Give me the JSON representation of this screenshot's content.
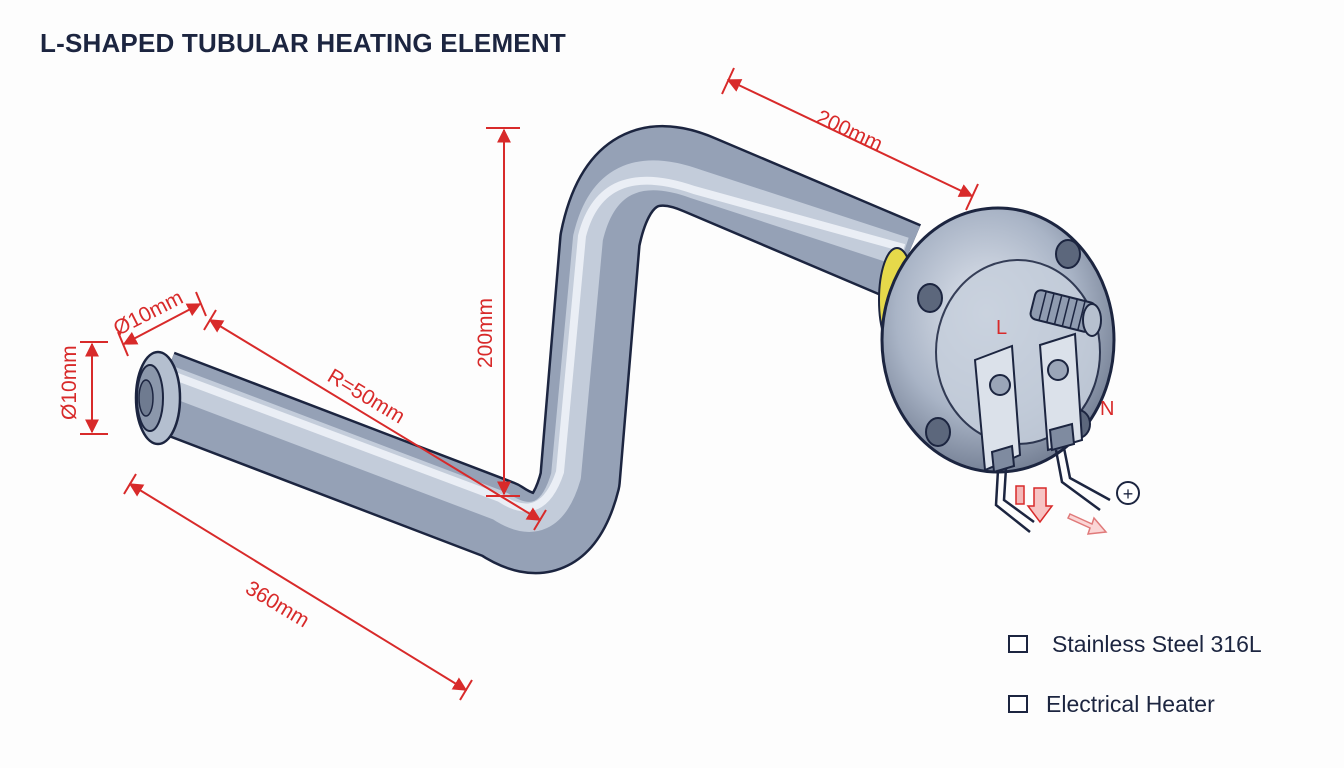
{
  "title": "L-SHAPED TUBULAR HEATING ELEMENT",
  "dimensions": {
    "flange_length": "200mm",
    "vertical_height": "200mm",
    "tube_diameter_top": "Ø10mm",
    "tube_diameter_side": "Ø10mm",
    "bend_radius": "R=50mm",
    "bottom_length": "360mm"
  },
  "terminals": {
    "live": "L",
    "neutral": "N",
    "positive": "+"
  },
  "legend": [
    {
      "label": "Stainless Steel 316L",
      "checked": false
    },
    {
      "label": "Electrical Heater",
      "checked": false
    }
  ],
  "colors": {
    "dimension": "#d82a2a",
    "outline": "#1c2540",
    "tube": "#9aa6ba",
    "gasket": "#e6d94a"
  },
  "icons": [
    "checkbox-icon",
    "plus-circle-icon",
    "current-arrow-icon"
  ]
}
